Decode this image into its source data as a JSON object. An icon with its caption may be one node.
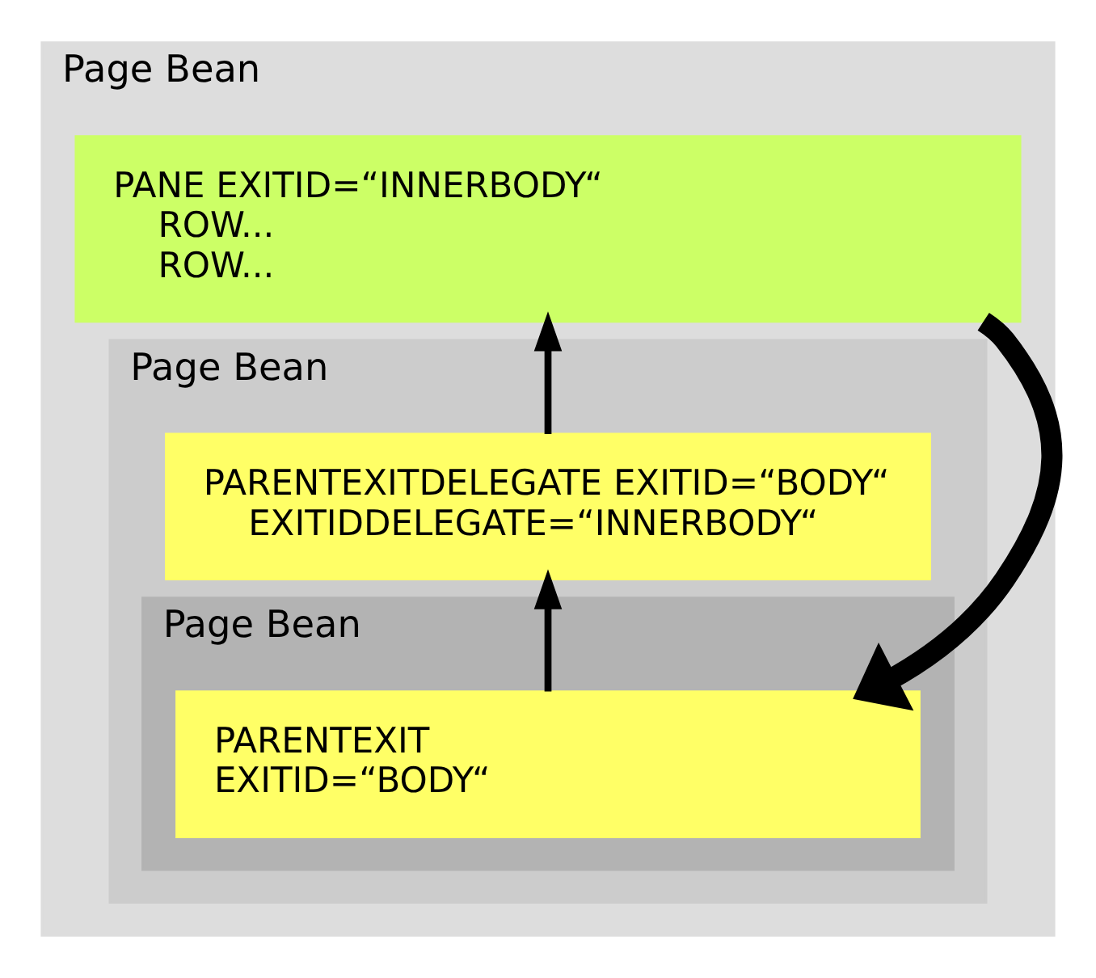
{
  "diagram": {
    "nodes": [
      {
        "text": [
          "Page Bean"
        ]
      },
      {
        "text": [
          "PANE EXITID=“INNERBODY“",
          "ROW...",
          "ROW..."
        ],
        "in": 0
      },
      {
        "text": [
          "Page Bean"
        ],
        "in": 0
      },
      {
        "text": [
          "PARENTEXITDELEGATE EXITID=“BODY“",
          "EXITIDDELEGATE=“INNERBODY“"
        ],
        "in": 2
      },
      {
        "text": [
          "Page Bean"
        ],
        "in": 2
      },
      {
        "text": [
          "PARENTEXIT EXITID=“BODY“"
        ],
        "in": 4
      }
    ],
    "edges": [
      {
        "from": 1,
        "to": 5,
        "arrow": "to",
        "style": "thick"
      },
      {
        "from": 5,
        "to": 3,
        "arrow": "to"
      },
      {
        "from": 3,
        "to": 1,
        "arrow": "to"
      }
    ]
  }
}
